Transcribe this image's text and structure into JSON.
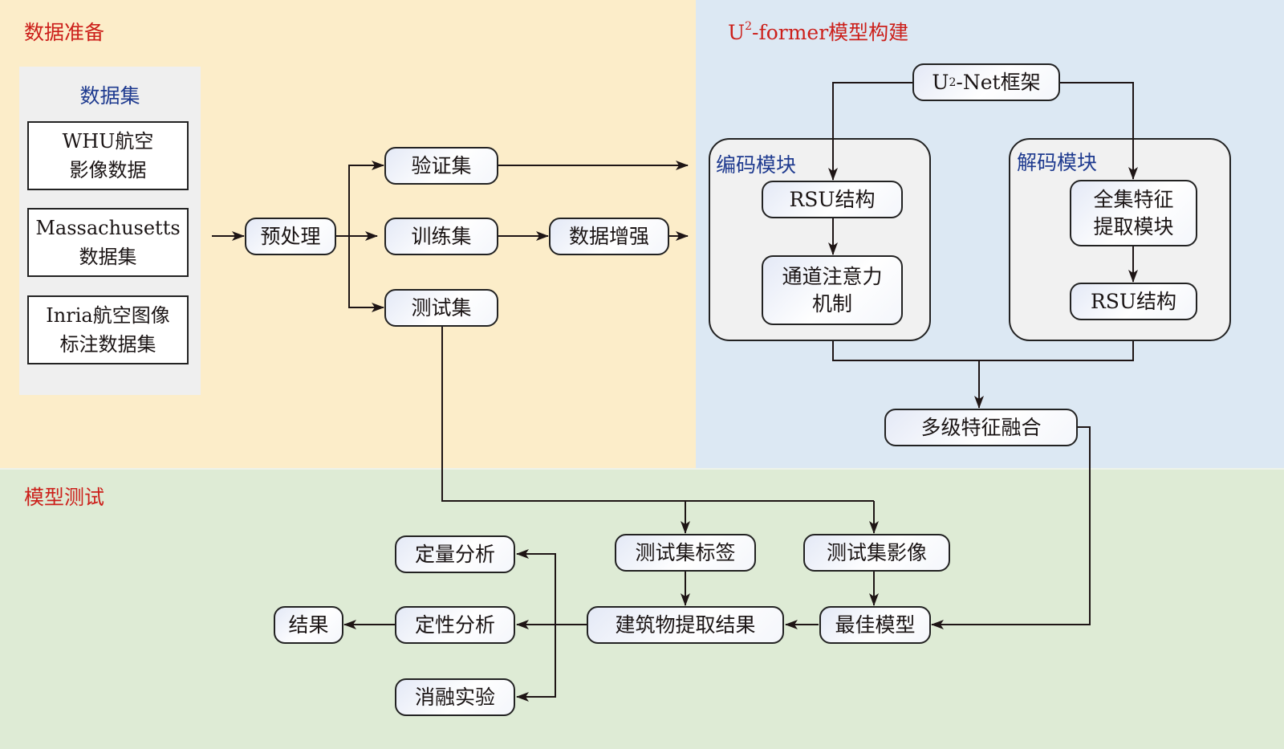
{
  "regions": {
    "prep": {
      "title": "数据准备",
      "color": "#fcedc9"
    },
    "model": {
      "title_prefix": "U",
      "title_sup": "2",
      "title_suffix": "-former模型构建",
      "color": "#dce8f3"
    },
    "test": {
      "title": "模型测试",
      "color": "#deebd5"
    }
  },
  "title_color": "#cc1f1a",
  "group_title_color": "#1e3a8f",
  "datasets": {
    "title": "数据集",
    "items": [
      {
        "line1": "WHU航空",
        "line2": "影像数据"
      },
      {
        "line1": "Massachusetts",
        "line2": "数据集"
      },
      {
        "line1": "Inria航空图像",
        "line2": "标注数据集"
      }
    ]
  },
  "nodes": {
    "preprocess": "预处理",
    "validation_set": "验证集",
    "training_set": "训练集",
    "test_set": "测试集",
    "augmentation": "数据增强",
    "unet_prefix": "U",
    "unet_sup": "2",
    "unet_suffix": "-Net框架",
    "encoder_title": "编码模块",
    "encoder_rsu": "RSU结构",
    "channel_attention_l1": "通道注意力",
    "channel_attention_l2": "机制",
    "decoder_title": "解码模块",
    "fullset_l1": "全集特征",
    "fullset_l2": "提取模块",
    "decoder_rsu": "RSU结构",
    "fusion": "多级特征融合",
    "test_labels": "测试集标签",
    "test_images": "测试集影像",
    "best_model": "最佳模型",
    "extraction_result": "建筑物提取结果",
    "quantitative": "定量分析",
    "qualitative": "定性分析",
    "ablation": "消融实验",
    "result": "结果"
  },
  "edges": [
    [
      "input",
      "预处理"
    ],
    [
      "预处理",
      "验证集"
    ],
    [
      "预处理",
      "训练集"
    ],
    [
      "预处理",
      "测试集"
    ],
    [
      "验证集",
      "U2-former模型构建"
    ],
    [
      "训练集",
      "数据增强"
    ],
    [
      "数据增强",
      "U2-former模型构建"
    ],
    [
      "U2-Net框架",
      "编码模块.RSU结构"
    ],
    [
      "U2-Net框架",
      "解码模块.全集特征提取模块"
    ],
    [
      "RSU结构",
      "通道注意力机制"
    ],
    [
      "全集特征提取模块",
      "RSU结构"
    ],
    [
      "编码模块",
      "多级特征融合"
    ],
    [
      "解码模块",
      "多级特征融合"
    ],
    [
      "多级特征融合",
      "最佳模型"
    ],
    [
      "测试集",
      "测试集标签"
    ],
    [
      "测试集",
      "测试集影像"
    ],
    [
      "测试集标签",
      "建筑物提取结果"
    ],
    [
      "测试集影像",
      "最佳模型"
    ],
    [
      "最佳模型",
      "建筑物提取结果"
    ],
    [
      "建筑物提取结果",
      "定量分析"
    ],
    [
      "建筑物提取结果",
      "定性分析"
    ],
    [
      "建筑物提取结果",
      "消融实验"
    ],
    [
      "定性分析",
      "结果"
    ]
  ]
}
